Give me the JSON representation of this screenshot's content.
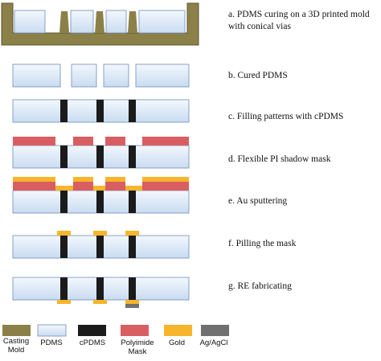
{
  "steps": [
    {
      "label": "a. PDMS curing on a 3D printed mold\nwith conical vias"
    },
    {
      "label": "b. Cured PDMS"
    },
    {
      "label": "c. Filling  patterns with cPDMS"
    },
    {
      "label": "d. Flexible  PI shadow mask"
    },
    {
      "label": "e. Au sputtering"
    },
    {
      "label": "f. Pilling  the mask"
    },
    {
      "label": "g. RE fabricating"
    }
  ],
  "legend": [
    {
      "label": "Casting\nMold",
      "color": "#8b8048"
    },
    {
      "label": "PDMS",
      "color": "#dce9f7"
    },
    {
      "label": "cPDMS",
      "color": "#1b1b1b"
    },
    {
      "label": "Polyimide\nMask",
      "color": "#d95e62"
    },
    {
      "label": "Gold",
      "color": "#f7b52c"
    },
    {
      "label": "Ag/AgCl",
      "color": "#707070"
    }
  ],
  "colors": {
    "mold": "#8b8048",
    "pdms_top": "#f3f8fd",
    "pdms_bottom": "#c9dcf1",
    "pdms_stroke": "#6f8db8",
    "cpdms": "#1b1b1b",
    "polyimide": "#d95e62",
    "gold": "#f7b52c",
    "agagcl": "#707070"
  }
}
